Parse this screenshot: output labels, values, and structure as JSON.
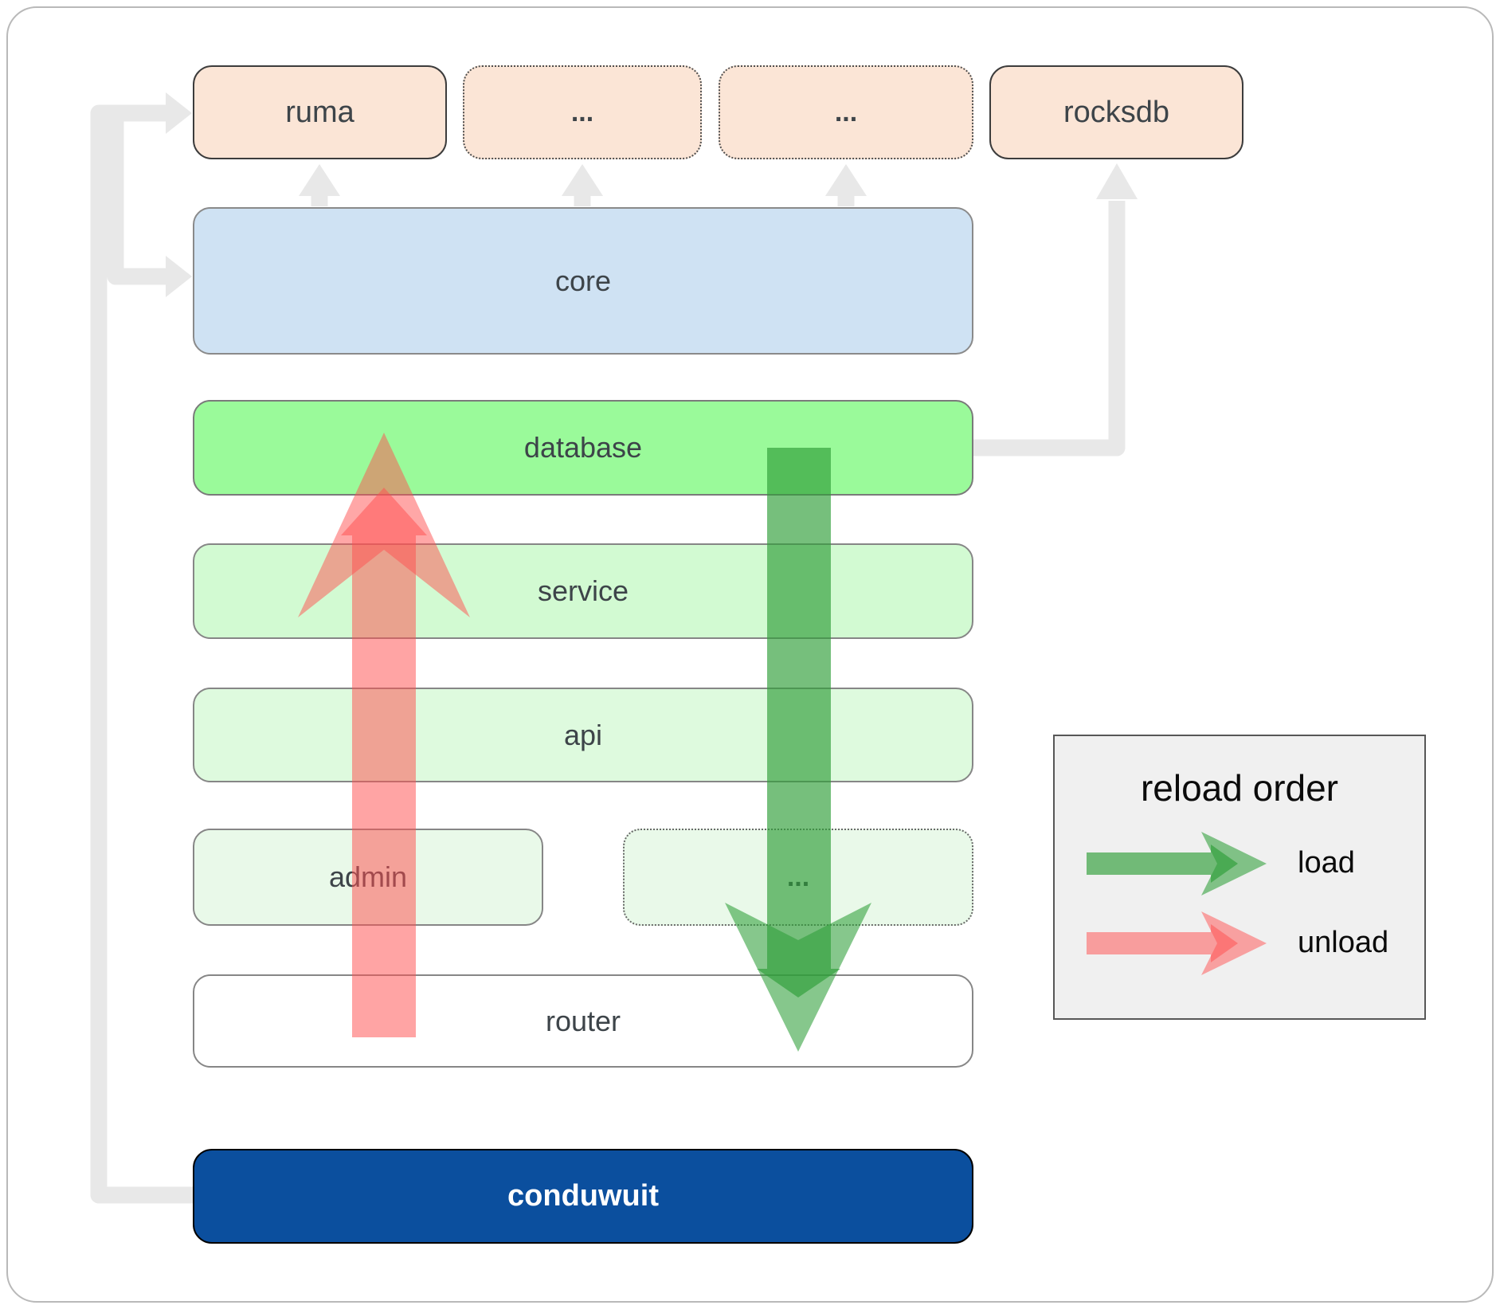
{
  "diagram": {
    "top_row": [
      {
        "id": "ruma",
        "label": "ruma",
        "style": "solid"
      },
      {
        "id": "ellipsis-1",
        "label": "...",
        "style": "dotted"
      },
      {
        "id": "ellipsis-2",
        "label": "...",
        "style": "dotted"
      },
      {
        "id": "rocksdb",
        "label": "rocksdb",
        "style": "solid"
      }
    ],
    "layers": {
      "core": "core",
      "database": "database",
      "service": "service",
      "api": "api",
      "admin": "admin",
      "ellipsis": "...",
      "router": "router",
      "conduwuit": "conduwuit"
    },
    "legend": {
      "title": "reload order",
      "items": [
        {
          "icon": "green-arrow-icon",
          "label": "load"
        },
        {
          "icon": "red-arrow-icon",
          "label": "unload"
        }
      ]
    },
    "colors": {
      "peach": "#fbe5d6",
      "core_blue": "#cfe2f3",
      "db_green": "#9afa9a",
      "service_green": "#d2fad2",
      "api_green": "#defade",
      "admin_green": "#e9f9e9",
      "conduwuit_blue": "#0b4f9e",
      "arrow_green": "#2f9e38",
      "arrow_red": "#ff5050",
      "connector_gray": "#e8e8e8",
      "label_color": "#3d4449",
      "legend_bg": "#f0f0f0"
    }
  }
}
